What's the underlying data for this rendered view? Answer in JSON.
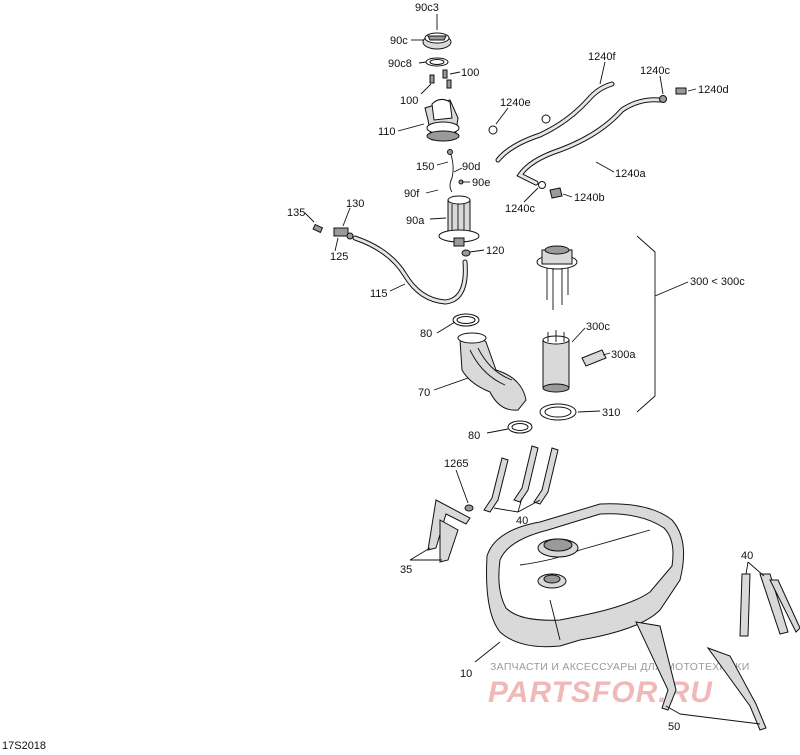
{
  "diagram": {
    "code": "17S2018",
    "labels": {
      "p90c3": "90c3",
      "p90c": "90c",
      "p90c8": "90c8",
      "p100a": "100",
      "p100b": "100",
      "p110": "110",
      "p150": "150",
      "p90d": "90d",
      "p90f": "90f",
      "p90e": "90e",
      "p90a": "90a",
      "p120": "120",
      "p135": "135",
      "p130": "130",
      "p125": "125",
      "p115": "115",
      "p80a": "80",
      "p70": "70",
      "p80b": "80",
      "p1240f": "1240f",
      "p1240e": "1240e",
      "p1240c_top": "1240c",
      "p1240d": "1240d",
      "p1240a": "1240a",
      "p1240c_bot": "1240c",
      "p1240b": "1240b",
      "p300group": "300 < 300c",
      "p300c": "300c",
      "p300a": "300a",
      "p310": "310",
      "p1265": "1265",
      "p40a": "40",
      "p35": "35",
      "p40b": "40",
      "p10": "10",
      "p50": "50"
    },
    "watermark": {
      "subtitle": "ЗАПЧАСТИ И АКСЕССУАРЫ ДЛЯ МОТОТЕХНИКИ",
      "brand": "PARTSFOR.RU"
    }
  }
}
